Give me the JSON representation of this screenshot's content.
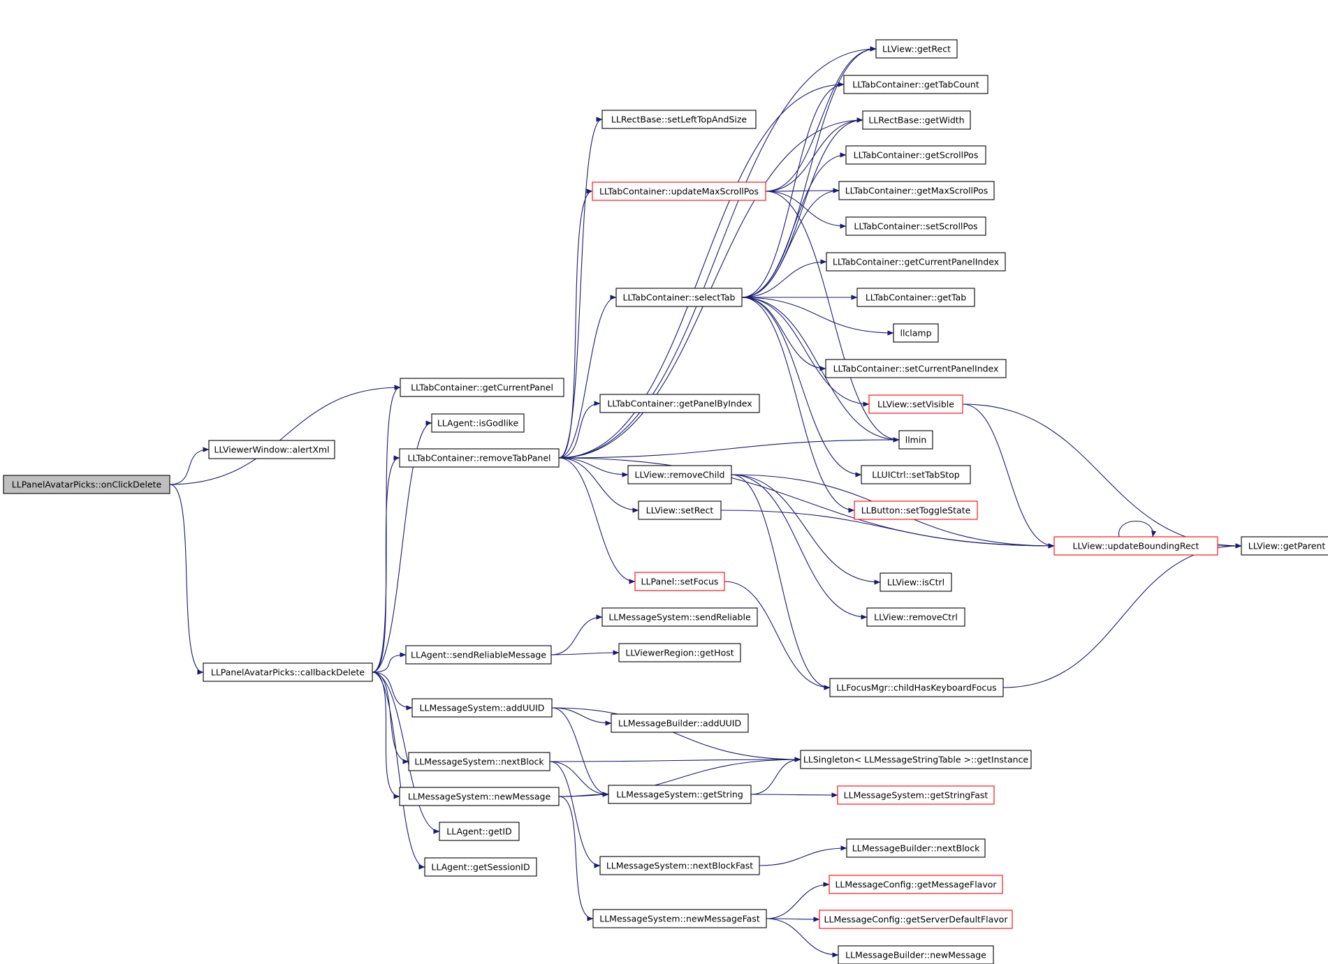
{
  "colors": {
    "edge": "#191970",
    "node_border": "#000000",
    "node_border_truncated": "#ff0000",
    "root_fill": "#bfbfbf",
    "node_fill": "#ffffff"
  },
  "nodes": [
    {
      "id": "onClickDelete",
      "label": "LLPanelAvatarPicks::onClickDelete",
      "style": "root"
    },
    {
      "id": "alertXml",
      "label": "LLViewerWindow::alertXml",
      "style": "normal"
    },
    {
      "id": "callbackDelete",
      "label": "LLPanelAvatarPicks::callbackDelete",
      "style": "normal"
    },
    {
      "id": "getCurrentPanel",
      "label": "LLTabContainer::getCurrentPanel",
      "style": "normal"
    },
    {
      "id": "isGodlike",
      "label": "LLAgent::isGodlike",
      "style": "normal"
    },
    {
      "id": "removeTabPanel",
      "label": "LLTabContainer::removeTabPanel",
      "style": "normal"
    },
    {
      "id": "sendReliableMessage",
      "label": "LLAgent::sendReliableMessage",
      "style": "normal"
    },
    {
      "id": "addUUID",
      "label": "LLMessageSystem::addUUID",
      "style": "normal"
    },
    {
      "id": "nextBlock",
      "label": "LLMessageSystem::nextBlock",
      "style": "normal"
    },
    {
      "id": "newMessage",
      "label": "LLMessageSystem::newMessage",
      "style": "normal"
    },
    {
      "id": "getID",
      "label": "LLAgent::getID",
      "style": "normal"
    },
    {
      "id": "getSessionID",
      "label": "LLAgent::getSessionID",
      "style": "normal"
    },
    {
      "id": "setLeftTopAndSize",
      "label": "LLRectBase::setLeftTopAndSize",
      "style": "normal"
    },
    {
      "id": "updateMaxScrollPos",
      "label": "LLTabContainer::updateMaxScrollPos",
      "style": "truncated"
    },
    {
      "id": "selectTab",
      "label": "LLTabContainer::selectTab",
      "style": "normal"
    },
    {
      "id": "getPanelByIndex",
      "label": "LLTabContainer::getPanelByIndex",
      "style": "normal"
    },
    {
      "id": "removeChild",
      "label": "LLView::removeChild",
      "style": "normal"
    },
    {
      "id": "setRect",
      "label": "LLView::setRect",
      "style": "normal"
    },
    {
      "id": "setFocus",
      "label": "LLPanel::setFocus",
      "style": "truncated"
    },
    {
      "id": "sendReliable",
      "label": "LLMessageSystem::sendReliable",
      "style": "normal"
    },
    {
      "id": "getHost",
      "label": "LLViewerRegion::getHost",
      "style": "normal"
    },
    {
      "id": "mbAddUUID",
      "label": "LLMessageBuilder::addUUID",
      "style": "normal"
    },
    {
      "id": "getString",
      "label": "LLMessageSystem::getString",
      "style": "normal"
    },
    {
      "id": "nextBlockFast",
      "label": "LLMessageSystem::nextBlockFast",
      "style": "normal"
    },
    {
      "id": "newMessageFast",
      "label": "LLMessageSystem::newMessageFast",
      "style": "normal"
    },
    {
      "id": "getRect",
      "label": "LLView::getRect",
      "style": "normal"
    },
    {
      "id": "getTabCount",
      "label": "LLTabContainer::getTabCount",
      "style": "normal"
    },
    {
      "id": "getWidth",
      "label": "LLRectBase::getWidth",
      "style": "normal"
    },
    {
      "id": "getScrollPos",
      "label": "LLTabContainer::getScrollPos",
      "style": "normal"
    },
    {
      "id": "getMaxScrollPos",
      "label": "LLTabContainer::getMaxScrollPos",
      "style": "normal"
    },
    {
      "id": "setScrollPos",
      "label": "LLTabContainer::setScrollPos",
      "style": "normal"
    },
    {
      "id": "getCurrentPanelIndex",
      "label": "LLTabContainer::getCurrentPanelIndex",
      "style": "normal"
    },
    {
      "id": "getTab",
      "label": "LLTabContainer::getTab",
      "style": "normal"
    },
    {
      "id": "llclamp",
      "label": "llclamp",
      "style": "normal"
    },
    {
      "id": "setCurrentPanelIndex",
      "label": "LLTabContainer::setCurrentPanelIndex",
      "style": "normal"
    },
    {
      "id": "setVisible",
      "label": "LLView::setVisible",
      "style": "truncated"
    },
    {
      "id": "llmin",
      "label": "llmin",
      "style": "normal"
    },
    {
      "id": "setTabStop",
      "label": "LLUICtrl::setTabStop",
      "style": "normal"
    },
    {
      "id": "setToggleState",
      "label": "LLButton::setToggleState",
      "style": "truncated"
    },
    {
      "id": "isCtrl",
      "label": "LLView::isCtrl",
      "style": "normal"
    },
    {
      "id": "removeCtrl",
      "label": "LLView::removeCtrl",
      "style": "normal"
    },
    {
      "id": "childHasKeyboardFocus",
      "label": "LLFocusMgr::childHasKeyboardFocus",
      "style": "normal"
    },
    {
      "id": "getInstance",
      "label": "LLSingleton< LLMessageStringTable >::getInstance",
      "style": "normal"
    },
    {
      "id": "getStringFast",
      "label": "LLMessageSystem::getStringFast",
      "style": "truncated"
    },
    {
      "id": "mbNextBlock",
      "label": "LLMessageBuilder::nextBlock",
      "style": "normal"
    },
    {
      "id": "getMessageFlavor",
      "label": "LLMessageConfig::getMessageFlavor",
      "style": "truncated"
    },
    {
      "id": "getServerDefaultFlavor",
      "label": "LLMessageConfig::getServerDefaultFlavor",
      "style": "truncated"
    },
    {
      "id": "mbNewMessage",
      "label": "LLMessageBuilder::newMessage",
      "style": "normal"
    },
    {
      "id": "updateBoundingRect",
      "label": "LLView::updateBoundingRect",
      "style": "truncated"
    },
    {
      "id": "getParent",
      "label": "LLView::getParent",
      "style": "normal"
    }
  ],
  "edges": [
    {
      "from": "onClickDelete",
      "to": "alertXml"
    },
    {
      "from": "onClickDelete",
      "to": "getCurrentPanel"
    },
    {
      "from": "onClickDelete",
      "to": "callbackDelete"
    },
    {
      "from": "callbackDelete",
      "to": "getCurrentPanel"
    },
    {
      "from": "callbackDelete",
      "to": "isGodlike"
    },
    {
      "from": "callbackDelete",
      "to": "removeTabPanel"
    },
    {
      "from": "callbackDelete",
      "to": "sendReliableMessage"
    },
    {
      "from": "callbackDelete",
      "to": "addUUID"
    },
    {
      "from": "callbackDelete",
      "to": "nextBlock"
    },
    {
      "from": "callbackDelete",
      "to": "newMessage"
    },
    {
      "from": "callbackDelete",
      "to": "getID"
    },
    {
      "from": "callbackDelete",
      "to": "getSessionID"
    },
    {
      "from": "removeTabPanel",
      "to": "getRect"
    },
    {
      "from": "removeTabPanel",
      "to": "getTabCount"
    },
    {
      "from": "removeTabPanel",
      "to": "getWidth"
    },
    {
      "from": "removeTabPanel",
      "to": "setLeftTopAndSize"
    },
    {
      "from": "removeTabPanel",
      "to": "updateMaxScrollPos"
    },
    {
      "from": "removeTabPanel",
      "to": "selectTab"
    },
    {
      "from": "removeTabPanel",
      "to": "getPanelByIndex"
    },
    {
      "from": "removeTabPanel",
      "to": "llmin"
    },
    {
      "from": "removeTabPanel",
      "to": "removeChild"
    },
    {
      "from": "removeTabPanel",
      "to": "setRect"
    },
    {
      "from": "removeTabPanel",
      "to": "setFocus"
    },
    {
      "from": "removeTabPanel",
      "to": "updateBoundingRect"
    },
    {
      "from": "updateMaxScrollPos",
      "to": "getRect"
    },
    {
      "from": "updateMaxScrollPos",
      "to": "getWidth"
    },
    {
      "from": "updateMaxScrollPos",
      "to": "getMaxScrollPos"
    },
    {
      "from": "updateMaxScrollPos",
      "to": "setScrollPos"
    },
    {
      "from": "updateMaxScrollPos",
      "to": "llmin"
    },
    {
      "from": "selectTab",
      "to": "getRect"
    },
    {
      "from": "selectTab",
      "to": "getTabCount"
    },
    {
      "from": "selectTab",
      "to": "getWidth"
    },
    {
      "from": "selectTab",
      "to": "getScrollPos"
    },
    {
      "from": "selectTab",
      "to": "getMaxScrollPos"
    },
    {
      "from": "selectTab",
      "to": "getCurrentPanelIndex"
    },
    {
      "from": "selectTab",
      "to": "getTab"
    },
    {
      "from": "selectTab",
      "to": "llclamp"
    },
    {
      "from": "selectTab",
      "to": "setCurrentPanelIndex"
    },
    {
      "from": "selectTab",
      "to": "setVisible"
    },
    {
      "from": "selectTab",
      "to": "llmin"
    },
    {
      "from": "selectTab",
      "to": "setTabStop"
    },
    {
      "from": "selectTab",
      "to": "setToggleState"
    },
    {
      "from": "setVisible",
      "to": "updateBoundingRect"
    },
    {
      "from": "setVisible",
      "to": "getParent"
    },
    {
      "from": "updateBoundingRect",
      "to": "getParent"
    },
    {
      "from": "updateBoundingRect",
      "to": "updateBoundingRect"
    },
    {
      "from": "removeChild",
      "to": "updateBoundingRect"
    },
    {
      "from": "removeChild",
      "to": "isCtrl"
    },
    {
      "from": "removeChild",
      "to": "removeCtrl"
    },
    {
      "from": "removeChild",
      "to": "childHasKeyboardFocus"
    },
    {
      "from": "setRect",
      "to": "updateBoundingRect"
    },
    {
      "from": "setFocus",
      "to": "childHasKeyboardFocus"
    },
    {
      "from": "childHasKeyboardFocus",
      "to": "getParent"
    },
    {
      "from": "sendReliableMessage",
      "to": "sendReliable"
    },
    {
      "from": "sendReliableMessage",
      "to": "getHost"
    },
    {
      "from": "addUUID",
      "to": "mbAddUUID"
    },
    {
      "from": "addUUID",
      "to": "getInstance"
    },
    {
      "from": "addUUID",
      "to": "getString"
    },
    {
      "from": "nextBlock",
      "to": "getInstance"
    },
    {
      "from": "nextBlock",
      "to": "getString"
    },
    {
      "from": "nextBlock",
      "to": "nextBlockFast"
    },
    {
      "from": "newMessage",
      "to": "getString"
    },
    {
      "from": "newMessage",
      "to": "getInstance"
    },
    {
      "from": "newMessage",
      "to": "newMessageFast"
    },
    {
      "from": "getString",
      "to": "getInstance"
    },
    {
      "from": "getString",
      "to": "getStringFast"
    },
    {
      "from": "nextBlockFast",
      "to": "mbNextBlock"
    },
    {
      "from": "newMessageFast",
      "to": "getMessageFlavor"
    },
    {
      "from": "newMessageFast",
      "to": "getServerDefaultFlavor"
    },
    {
      "from": "newMessageFast",
      "to": "mbNewMessage"
    }
  ]
}
